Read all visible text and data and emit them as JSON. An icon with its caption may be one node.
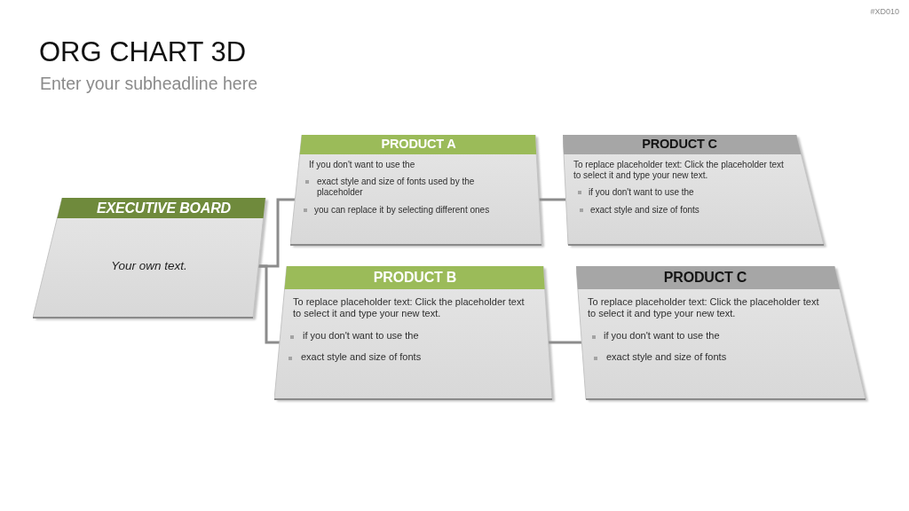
{
  "diagram": {
    "title": "ORG CHART 3D",
    "nodes": [
      {
        "text": [
          "EXECUTIVE BOARD",
          "Your own text."
        ]
      },
      {
        "text": [
          "PRODUCT A",
          "If you don't want to use the",
          "exact style and size of fonts used by the placeholder",
          "you can replace it by selecting different ones"
        ]
      },
      {
        "text": [
          "PRODUCT C",
          "To replace placeholder text: Click the placeholder text to select it and type your new text.",
          "if you don't want to use the",
          "exact style and size of fonts"
        ]
      },
      {
        "text": [
          "PRODUCT B",
          "To replace placeholder text: Click the placeholder text to select it and type your new text.",
          "if you don't want to use the",
          "exact style and size of fonts"
        ]
      },
      {
        "text": [
          "PRODUCT C",
          "To replace placeholder text: Click the placeholder text to select it and type your new text.",
          "if you don't want to use the",
          "exact style and size of fonts"
        ]
      }
    ],
    "edges": [
      {
        "from": 0,
        "to": 1,
        "arrow": "none"
      },
      {
        "from": 0,
        "to": 3,
        "arrow": "none"
      },
      {
        "from": 1,
        "to": 2,
        "arrow": "none"
      },
      {
        "from": 3,
        "to": 4,
        "arrow": "none"
      }
    ],
    "labels": [
      "#XD010",
      "Enter your subheadline here"
    ]
  }
}
